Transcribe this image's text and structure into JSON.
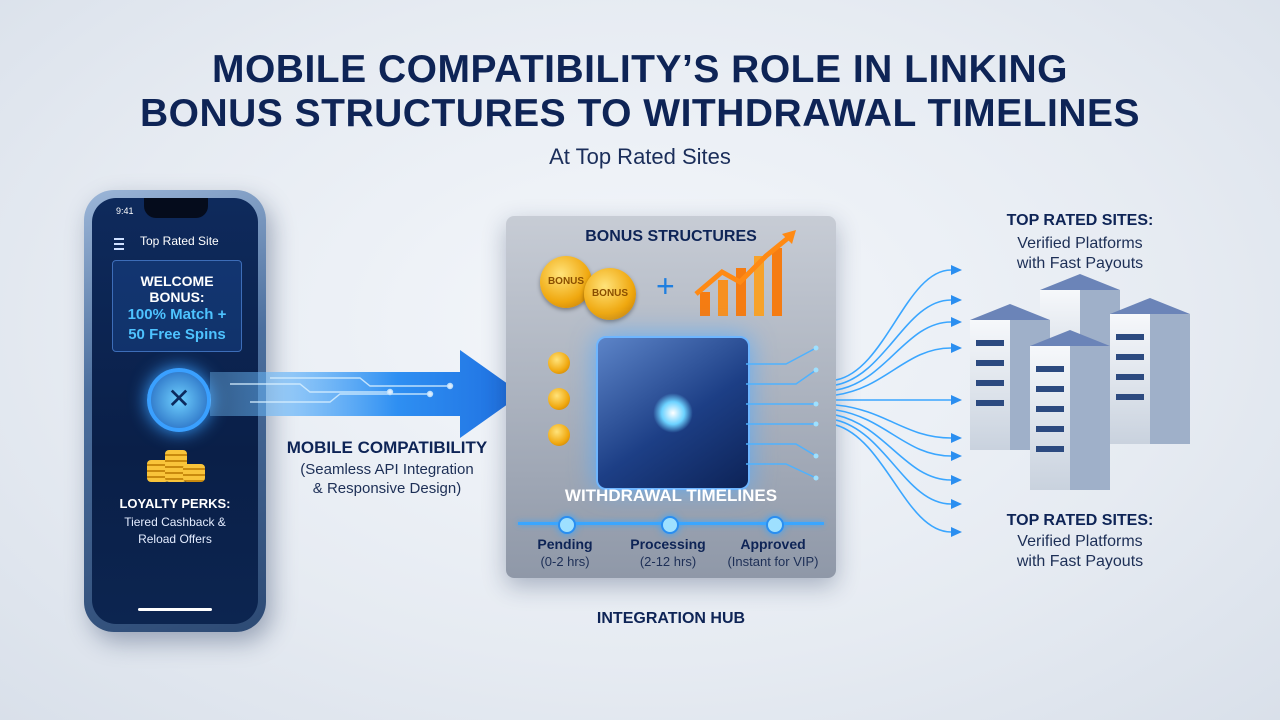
{
  "header": {
    "title_line1": "MOBILE COMPATIBILITY’S ROLE IN LINKING",
    "title_line2": "BONUS STRUCTURES TO WITHDRAWAL TIMELINES",
    "subtitle": "At Top Rated Sites"
  },
  "phone": {
    "time": "9:41",
    "site_name": "Top Rated Site",
    "welcome_heading": "WELCOME BONUS:",
    "welcome_line1": "100% Match +",
    "welcome_line2": "50 Free Spins",
    "loyalty_heading": "LOYALTY PERKS:",
    "loyalty_line1": "Tiered Cashback &",
    "loyalty_line2": "Reload Offers",
    "icons": [
      "menu-icon",
      "prize-wheel-icon",
      "coin-stack-icon"
    ]
  },
  "connector": {
    "label": "MOBILE COMPATIBILITY",
    "sub_line1": "(Seamless API Integration",
    "sub_line2": "& Responsive Design)"
  },
  "hub": {
    "bonus_title": "BONUS STRUCTURES",
    "coin_text": "BONUS",
    "withdraw_title": "WITHDRAWAL TIMELINES",
    "steps": [
      {
        "label": "Pending",
        "time": "(0-2 hrs)"
      },
      {
        "label": "Processing",
        "time": "(2-12 hrs)"
      },
      {
        "label": "Approved",
        "time": "(Instant for VIP)"
      }
    ],
    "caption": "INTEGRATION HUB"
  },
  "sites": [
    {
      "heading": "TOP RATED SITES:",
      "line1": "Verified Platforms",
      "line2": "with Fast Payouts"
    },
    {
      "heading": "TOP RATED SITES:",
      "line1": "Verified Platforms",
      "line2": "with Fast Payouts"
    }
  ],
  "colors": {
    "navy": "#0e2456",
    "accent_blue": "#2a8ef0",
    "glow_cyan": "#4ec3ff",
    "gold": "#f0a80f",
    "orange": "#f57c12"
  }
}
